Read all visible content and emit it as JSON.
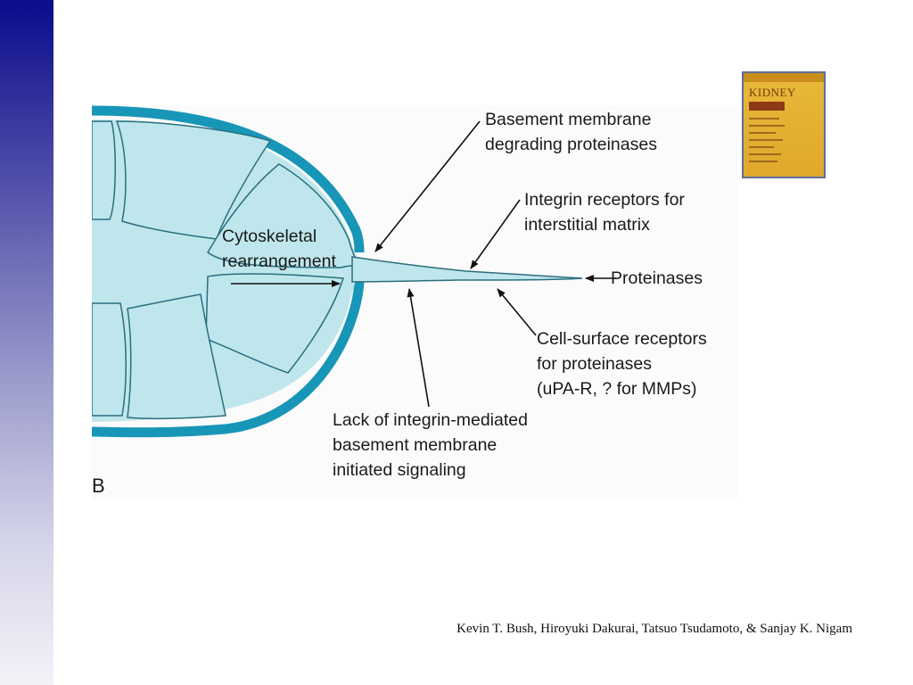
{
  "figure": {
    "panel_letter": "B",
    "labels": {
      "basement_degrading": "Basement membrane\ndegrading proteinases",
      "integrin_receptors": "Integrin receptors for\ninterstitial matrix",
      "cytoskeletal": "Cytoskeletal\nrearrangement",
      "proteinases": "Proteinases",
      "cell_surface": "Cell-surface receptors\nfor proteinases\n(uPA-R, ? for MMPs)",
      "lack_integrin": "Lack of integrin-mediated\nbasement membrane\ninitiated signaling"
    },
    "colors": {
      "cell_fill": "#bfe6ec",
      "membrane": "#1796b8",
      "outline": "#2a6f80"
    }
  },
  "book": {
    "title": "KIDNEY"
  },
  "citation": "Kevin T. Bush, Hiroyuki Dakurai, Tatsuo Tsudamoto, & Sanjay K. Nigam"
}
